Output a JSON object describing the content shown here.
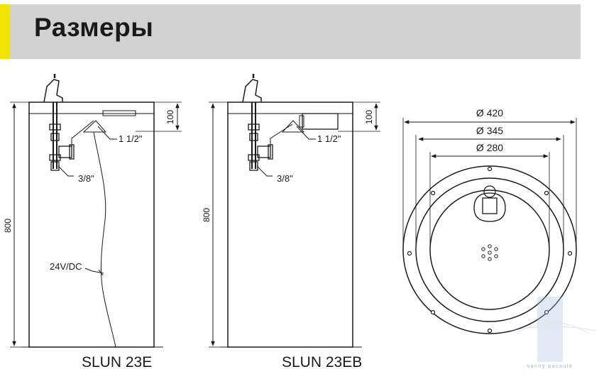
{
  "header": {
    "title": "Размеры",
    "accent_color": "#f2e400",
    "background_color": "#d2d2d2"
  },
  "left_unit": {
    "model": "SLUN 23E",
    "height_label": "800",
    "top_label": "100",
    "drain_label": "1 1/2\"",
    "inlet_label": "3/8\"",
    "power_label": "24V/DC"
  },
  "middle_unit": {
    "model": "SLUN 23EB",
    "height_label": "800",
    "top_label": "100",
    "drain_label": "1 1/2\"",
    "inlet_label": "3/8\""
  },
  "top_view": {
    "d_outer": "Ø 420",
    "d_middle": "Ø 345",
    "d_inner": "Ø 280"
  },
  "watermark": {
    "text": "vanny pasaule"
  }
}
